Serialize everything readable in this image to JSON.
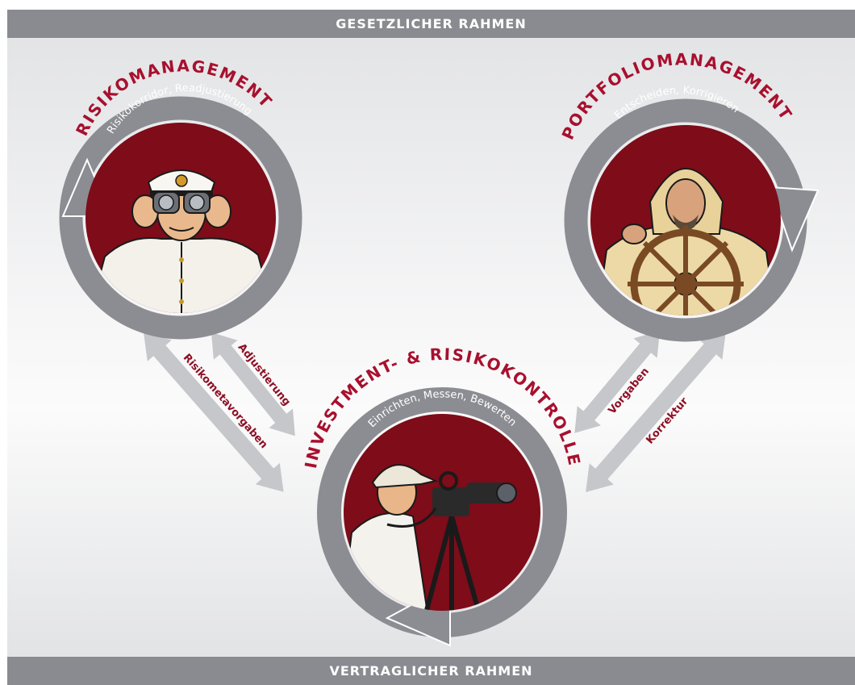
{
  "frame": {
    "top_label": "GESETZLICHER RAHMEN",
    "bottom_label": "VERTRAGLICHER RAHMEN"
  },
  "nodes": {
    "risk": {
      "title": "RISIKOMANAGEMENT",
      "subtitle": "Risikokorridor, Readjustierung",
      "figure_icon": "captain-binoculars-icon"
    },
    "portfolio": {
      "title": "PORTFOLIOMANAGEMENT",
      "subtitle": "Entscheiden, Korrigieren",
      "figure_icon": "helmsman-wheel-icon"
    },
    "control": {
      "title": "INVESTMENT- & RISIKOKONTROLLE",
      "subtitle": "Einrichten, Messen, Bewerten",
      "figure_icon": "surveyor-theodolite-icon"
    }
  },
  "connectors": {
    "risikometavorgaben": "Risikometavorgaben",
    "adjustierung": "Adjustierung",
    "vorgaben": "Vorgaben",
    "korrektur": "Korrektur"
  },
  "colors": {
    "band": "#8a8b90",
    "ring": "#8c8d92",
    "disc": "#7e0c19",
    "title": "#a8102e",
    "arrow": "#c6c7ca",
    "connector_text": "#8e0f24"
  }
}
